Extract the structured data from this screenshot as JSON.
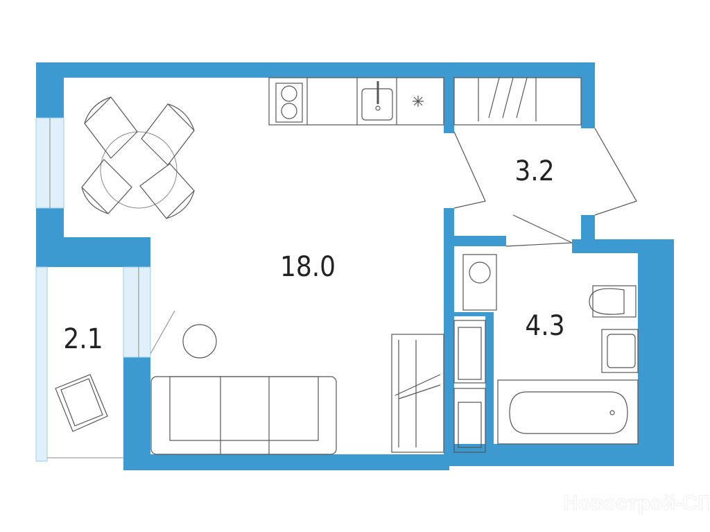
{
  "plan": {
    "rooms": [
      {
        "id": "living",
        "area": "18.0"
      },
      {
        "id": "hall",
        "area": "3.2"
      },
      {
        "id": "bathroom",
        "area": "4.3"
      },
      {
        "id": "balcony",
        "area": "2.1"
      }
    ],
    "watermark": "Новострой-СПб",
    "colors": {
      "wall": "#3d9ad1",
      "window": "#dff0fa"
    }
  }
}
